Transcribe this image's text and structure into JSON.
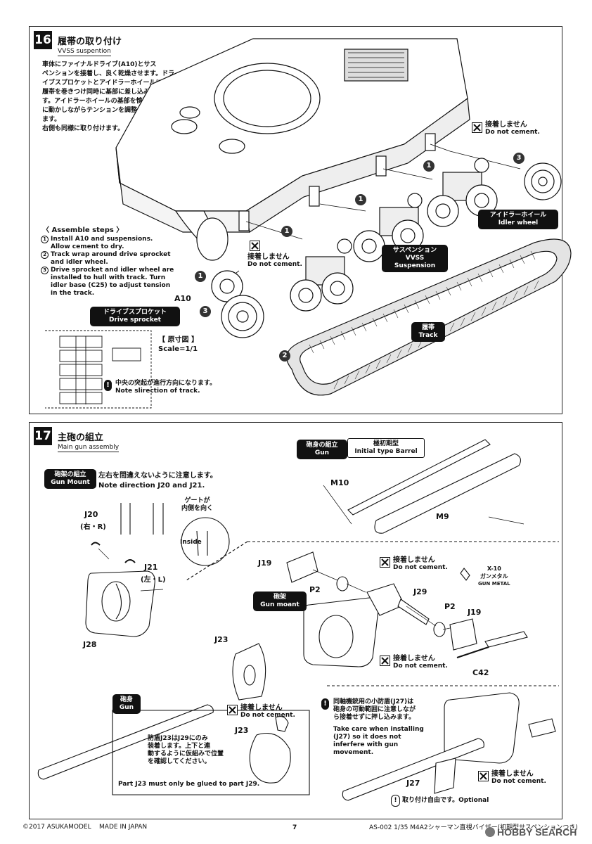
{
  "step16": {
    "number": "16",
    "title": "履帯の取り付け",
    "subtitle": "VVSS suspention",
    "instructions_jp": [
      "車体にファイナルドライブ(A10)とサス",
      "ペンションを接着し、良く乾燥させます。ドラ",
      "イブスプロケットとアイドラーホイールに",
      "履帯を巻きつけ同時に基部に差し込みま",
      "す。アイドラーホイールの基部を慎重",
      "に動かしながらテンションを調整し",
      "ます。",
      "右側も同様に取り付けます。"
    ],
    "assemble_heading": "〈 Assemble steps 〉",
    "assemble_steps": [
      {
        "n": "1",
        "lines": [
          "Install A10 and suspensions.",
          "Allow cement to dry."
        ]
      },
      {
        "n": "2",
        "lines": [
          "Track wrap around drive  sprocket",
          "and idler wheel."
        ]
      },
      {
        "n": "3",
        "lines": [
          "Drive sprocket and idler wheel are",
          "installed to hull with track. Turn",
          "idler base (C25) to adjust tension",
          "in the track."
        ]
      }
    ],
    "no_cement_1": {
      "jp": "接着しません",
      "en": "Do not cement."
    },
    "no_cement_2": {
      "jp": "接着しません",
      "en": "Do not cement."
    },
    "idler": {
      "jp": "アイドラーホイール",
      "en": "Idler wheel"
    },
    "suspension": {
      "jp": "サスペンション",
      "en1": "VVSS",
      "en2": "Suspension"
    },
    "sprocket": {
      "jp": "ドライブスプロケット",
      "en": "Drive sprocket"
    },
    "track": {
      "jp": "履帯",
      "en": "Track"
    },
    "part_a10": "A10",
    "scale_note": {
      "heading": "【 原寸図 】",
      "scale": "Scale=1/1",
      "jp": "中央の突起が進行方向になります。",
      "en": "Note slirection of track."
    },
    "step_markers": [
      "1",
      "1",
      "1",
      "1",
      "2",
      "3",
      "3"
    ]
  },
  "step17": {
    "number": "17",
    "title": "主砲の組立",
    "subtitle": "Main gun assembly",
    "gun_mount": {
      "jp": "砲架の組立",
      "en": "Gun Mount"
    },
    "note_jp": "左右を間違えないように注意します。",
    "note_en": "Note direction J20 and J21.",
    "gate_note": [
      "ゲートが",
      "内側を向く"
    ],
    "inside": "Inside",
    "gun_barrel": {
      "jp": "砲身の組立",
      "en": "Gun"
    },
    "initial_type": {
      "jp": "極初期型",
      "en": "Initial type Barrel"
    },
    "parts": {
      "j20": "J20",
      "j20_sub": "(右・R)",
      "j21": "J21",
      "j21_sub": "(左・L)",
      "j28": "J28",
      "m10": "M10",
      "m9": "M9",
      "j19a": "J19",
      "p2a": "P2",
      "j29": "J29",
      "p2b": "P2",
      "j19b": "J19",
      "c42": "C42",
      "j23a": "J23",
      "j23b": "J23",
      "j27": "J27"
    },
    "gun_moant": {
      "jp": "砲架",
      "en": "Gun moant"
    },
    "gun": {
      "jp": "砲身",
      "en": "Gun"
    },
    "x10": {
      "code": "X-10",
      "jp": "ガンメタル",
      "en": "GUN METAL"
    },
    "no_cement_a": {
      "jp": "接着しません",
      "en": "Do not cement."
    },
    "no_cement_b": {
      "jp": "接着しません",
      "en": "Do not cement."
    },
    "no_cement_c": {
      "jp": "接着しません",
      "en": "Do not cement."
    },
    "no_cement_d": {
      "jp": "接着しません",
      "en": "Do not cement."
    },
    "j23_note_jp": [
      "防盾J23はJ29にのみ",
      "装着します。上下と連",
      "動するように仮組みで位置",
      "を確認してください。"
    ],
    "j23_note_en": "Part J23 must only be glued to part J29.",
    "j27_note_jp": [
      "同軸機銃用の小防盾(J27)は",
      "砲身の可動範囲に注意しなが",
      "ら接着せずに押し込みます。"
    ],
    "j27_note_en": [
      "Take care when installing",
      "(J27) so it does not",
      "inferfere with gun",
      "movement."
    ],
    "optional": "取り付け自由です。Optional"
  },
  "footer": {
    "copyright": "©2017 ASUKAMODEL    MADE IN JAPAN",
    "page": "7",
    "product": "AS-002 1/35 M4A2シャーマン直視バイザー(初期型サスペンションつき)"
  },
  "watermark": "HOBBY SEARCH"
}
